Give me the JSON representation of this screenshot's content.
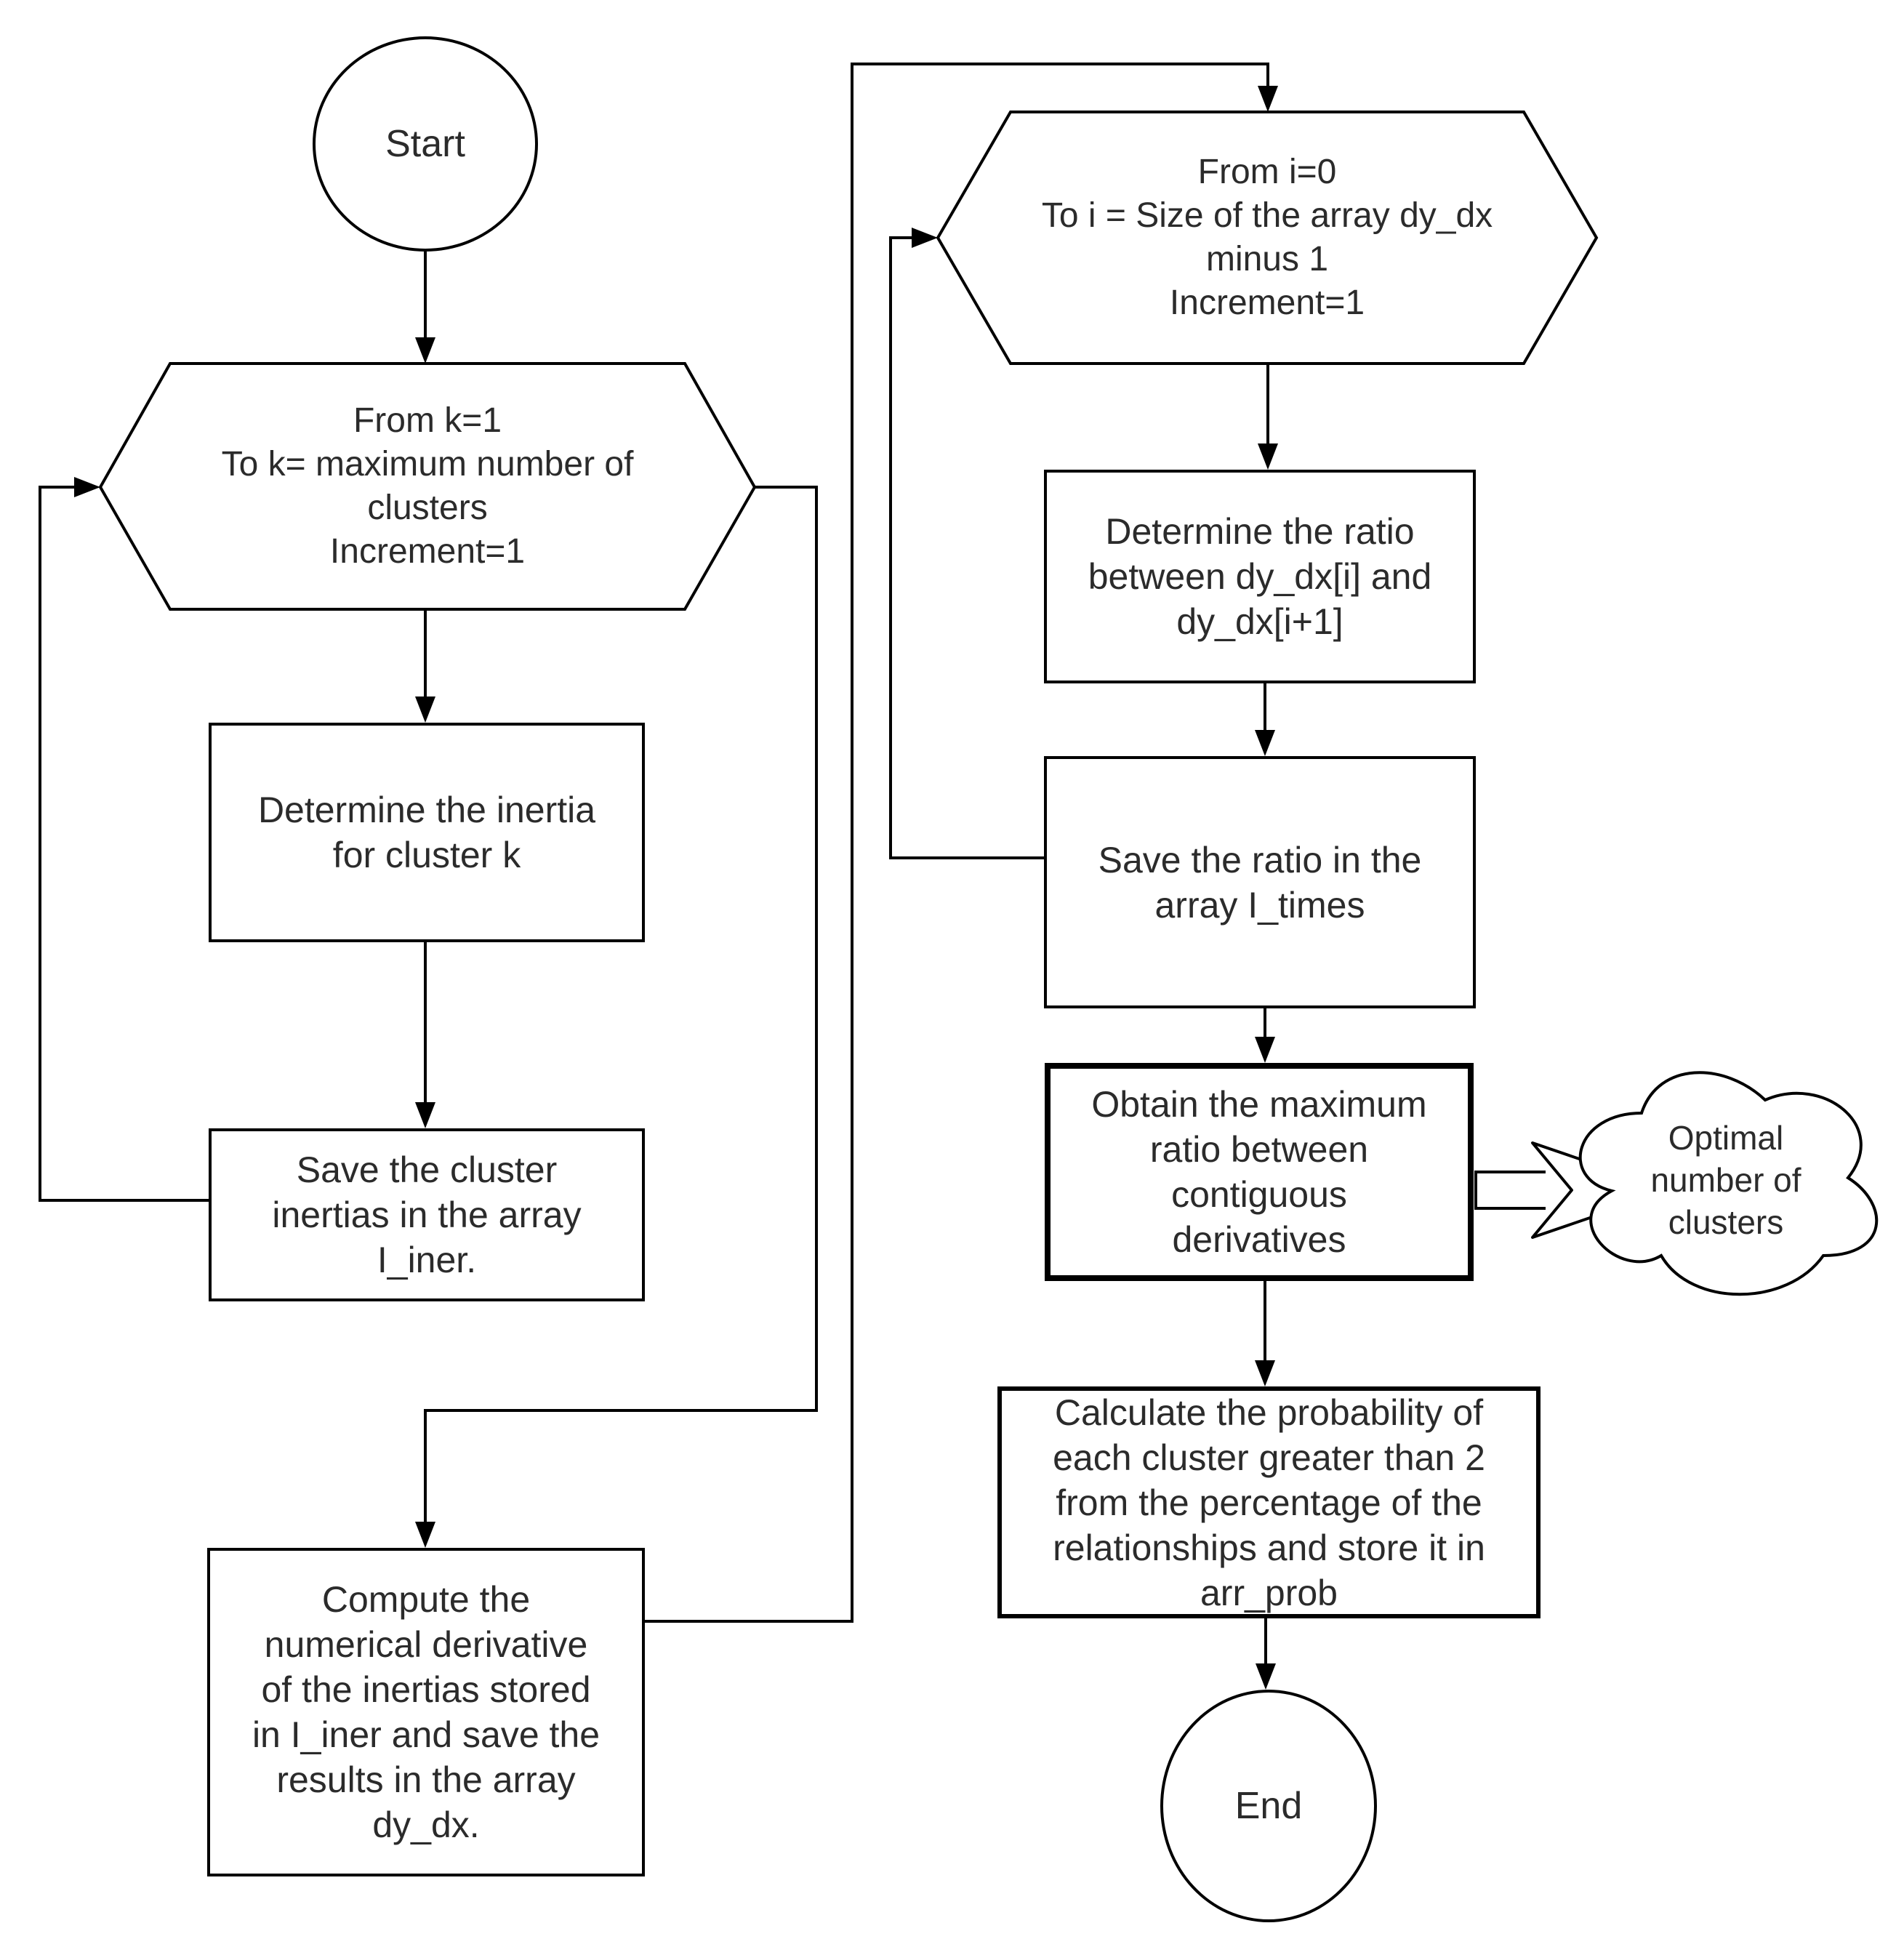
{
  "diagram": {
    "type": "flowchart",
    "colors": {
      "background": "#ffffff",
      "stroke": "#000000",
      "text": "#2b2b2b",
      "shape_fill": "#ffffff"
    },
    "nodes": {
      "start": {
        "shape": "ellipse",
        "label": "Start"
      },
      "loop_k": {
        "shape": "loop-limit-hexagon",
        "label": "From k=1\nTo k= maximum number of\nclusters\nIncrement=1"
      },
      "determine_inertia": {
        "shape": "process",
        "label": "Determine the inertia\nfor cluster k"
      },
      "save_inertias": {
        "shape": "process",
        "label": "Save the cluster\ninertias in the array\nI_iner."
      },
      "compute_derivative": {
        "shape": "process",
        "label": "Compute the\nnumerical derivative\nof the inertias stored\nin I_iner and save the\nresults in the array\ndy_dx."
      },
      "loop_i": {
        "shape": "loop-limit-hexagon",
        "label": "From i=0\nTo i =  Size of the array dy_dx\nminus 1\nIncrement=1"
      },
      "determine_ratio": {
        "shape": "process",
        "label": "Determine the ratio\nbetween dy_dx[i] and\ndy_dx[i+1]"
      },
      "save_ratio": {
        "shape": "process",
        "label": "Save the ratio in the\narray I_times"
      },
      "obtain_max_ratio": {
        "shape": "process-bold",
        "label": "Obtain the maximum\nratio between\ncontiguous\nderivatives"
      },
      "optimal_clusters": {
        "shape": "cloud",
        "label": "Optimal\nnumber of\nclusters"
      },
      "calculate_probability": {
        "shape": "process",
        "label": "Calculate the probability of\neach cluster greater than 2\nfrom the percentage of the\nrelationships and store it in\narr_prob"
      },
      "end": {
        "shape": "ellipse",
        "label": "End"
      }
    }
  }
}
